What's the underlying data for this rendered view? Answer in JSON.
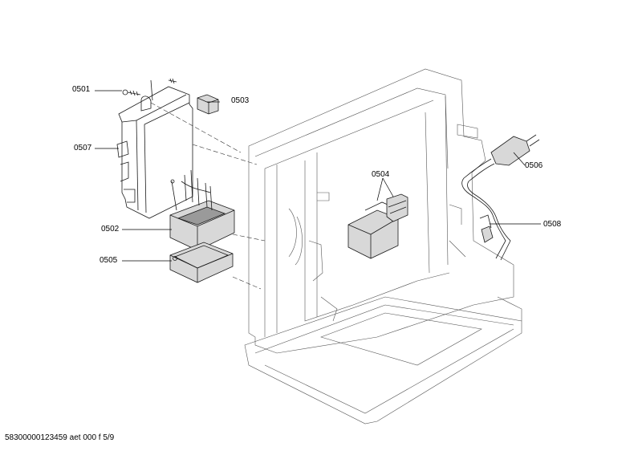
{
  "callouts": [
    {
      "id": "p0501",
      "text": "0501"
    },
    {
      "id": "p0503",
      "text": "0503"
    },
    {
      "id": "p0507",
      "text": "0507"
    },
    {
      "id": "p0504",
      "text": "0504"
    },
    {
      "id": "p0506",
      "text": "0506"
    },
    {
      "id": "p0502",
      "text": "0502"
    },
    {
      "id": "p0508",
      "text": "0508"
    },
    {
      "id": "p0505",
      "text": "0505"
    }
  ],
  "footer": "58300000123459 aet 000 f 5/9"
}
